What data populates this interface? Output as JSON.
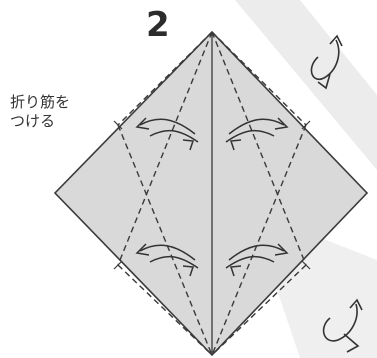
{
  "step": {
    "number": "2",
    "instruction_line1": "折り筋を",
    "instruction_line2": "つける"
  },
  "icons": [
    "turn-over-icon",
    "turn-over-icon"
  ],
  "colors": {
    "paper": "#d9d9d9",
    "line": "#3a3a3a",
    "shadow_stripe": "#e6e6e6"
  }
}
